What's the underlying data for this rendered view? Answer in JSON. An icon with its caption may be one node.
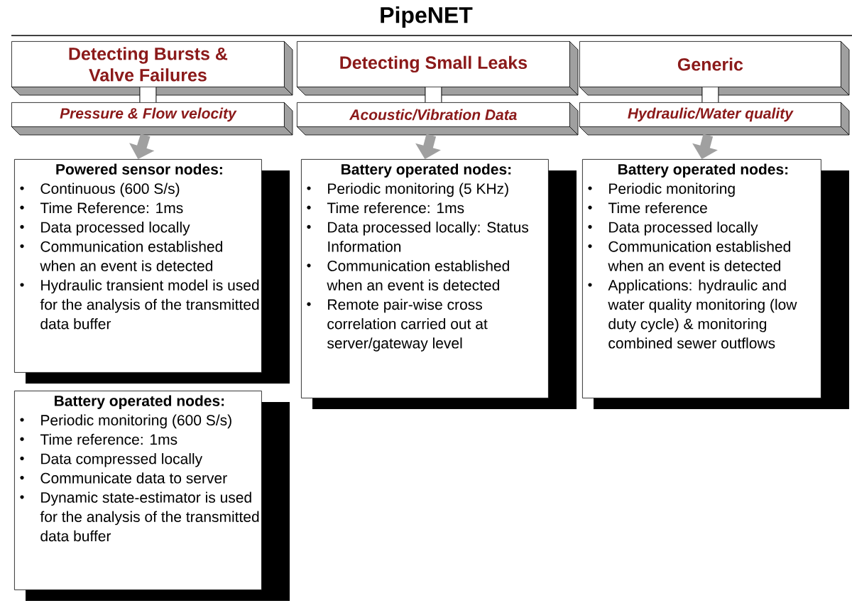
{
  "diagram": {
    "title": "PipeNET",
    "nodes": [
      {
        "text": [
          "Detecting Bursts & Valve Failures"
        ]
      },
      {
        "text": [
          "Detecting Small Leaks"
        ]
      },
      {
        "text": [
          "Generic"
        ]
      },
      {
        "text": [
          "Pressure & Flow velocity"
        ]
      },
      {
        "text": [
          "Acoustic/Vibration Data"
        ]
      },
      {
        "text": [
          "Hydraulic/Water quality"
        ]
      },
      {
        "text": [
          "Powered sensor nodes:",
          "Continuous (600 S/s)",
          "Time Reference: 1ms",
          "Data processed locally",
          "Communication established when an event is detected",
          "Hydraulic transient model is used for the analysis of the transmitted data buffer"
        ]
      },
      {
        "text": [
          "Battery operated nodes:",
          "Periodic monitoring (5 KHz)",
          "Time reference: 1ms",
          "Data processed locally: Status Information",
          "Communication established when an event is detected",
          "Remote pair-wise cross correlation carried out at server/gateway level"
        ]
      },
      {
        "text": [
          "Battery operated nodes:",
          "Periodic monitoring",
          "Time reference",
          "Data processed locally",
          "Communication established when an event is detected",
          "Applications: hydraulic and water quality monitoring (low duty cycle) & monitoring combined sewer outflows"
        ]
      },
      {
        "text": [
          "Battery operated nodes:",
          "Periodic monitoring (600 S/s)",
          "Time reference: 1ms",
          "Data compressed locally",
          "Communicate data to server",
          "Dynamic state-estimator is used for the analysis of the transmitted data buffer"
        ]
      }
    ],
    "edges": [
      {
        "from": 0,
        "to": 3,
        "arrow": "none"
      },
      {
        "from": 1,
        "to": 4,
        "arrow": "none"
      },
      {
        "from": 2,
        "to": 5,
        "arrow": "none"
      },
      {
        "from": 3,
        "to": 6,
        "arrow": "to",
        "color": "#a0a0a0"
      },
      {
        "from": 4,
        "to": 7,
        "arrow": "to",
        "color": "#a0a0a0"
      },
      {
        "from": 5,
        "to": 8,
        "arrow": "to",
        "color": "#a0a0a0"
      }
    ]
  }
}
